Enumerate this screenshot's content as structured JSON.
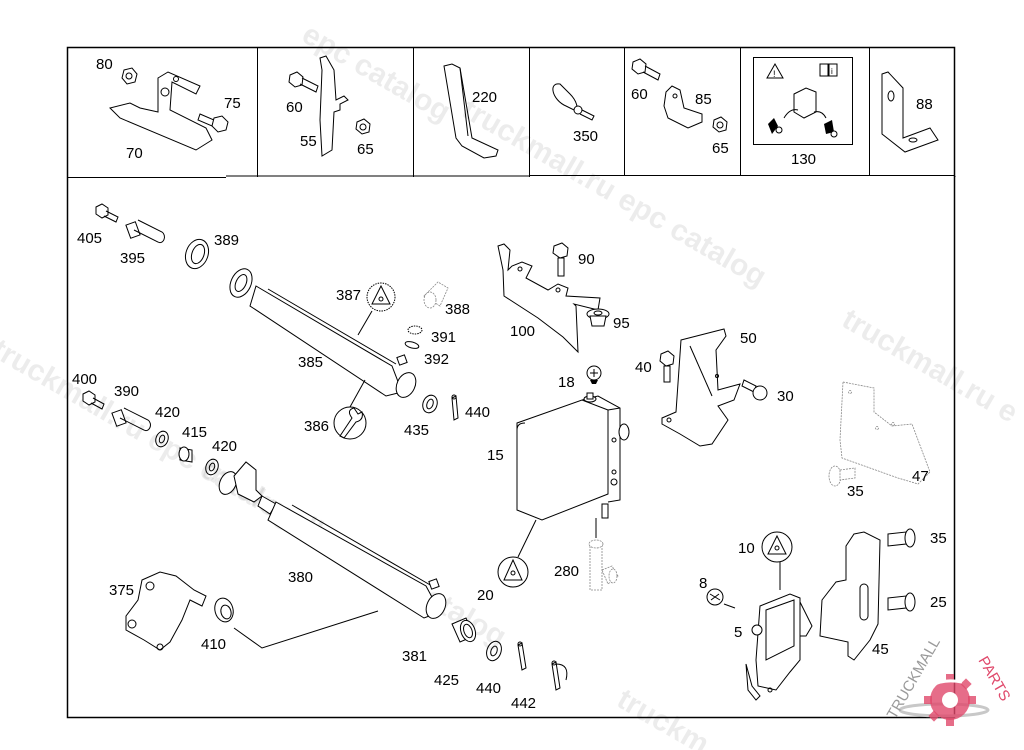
{
  "diagram": {
    "type": "exploded-parts-diagram",
    "top_strip": [
      {
        "labels": [
          "80",
          "75",
          "70"
        ]
      },
      {
        "labels": [
          "60",
          "55",
          "65"
        ]
      },
      {
        "labels": [
          "220"
        ]
      },
      {
        "labels": [
          "350"
        ]
      },
      {
        "labels": [
          "60",
          "85",
          "65"
        ]
      },
      {
        "labels": [
          "130"
        ]
      },
      {
        "labels": [
          "88"
        ]
      }
    ],
    "callouts": {
      "c405": "405",
      "c395": "395",
      "c389": "389",
      "c387": "387",
      "c388": "388",
      "c391": "391",
      "c392": "392",
      "c385": "385",
      "c386": "386",
      "c435": "435",
      "c440a": "440",
      "c400": "400",
      "c390": "390",
      "c420a": "420",
      "c415": "415",
      "c420b": "420",
      "c380": "380",
      "c375": "375",
      "c410": "410",
      "c381": "381",
      "c425": "425",
      "c440b": "440",
      "c442": "442",
      "c90": "90",
      "c100": "100",
      "c95": "95",
      "c18": "18",
      "c15": "15",
      "c20": "20",
      "c280": "280",
      "c40": "40",
      "c50": "50",
      "c30": "30",
      "c47": "47",
      "c35a": "35",
      "c10": "10",
      "c8": "8",
      "c5": "5",
      "c35b": "35",
      "c25": "25",
      "c45": "45"
    }
  },
  "watermarks": {
    "text1": "truckmall.ru epc catalog",
    "text2": "truckmall.ru epc catalog",
    "text3": "truckmall.ru epc catalog",
    "text4": "epc catalog",
    "text5": "truckmall.ru e",
    "text6": "truckm"
  },
  "logo": {
    "text_dark": "TRUCKMALL",
    "text_accent": "PARTS",
    "accent_color": "#e0496b",
    "dark_color": "#9a9a9a"
  }
}
